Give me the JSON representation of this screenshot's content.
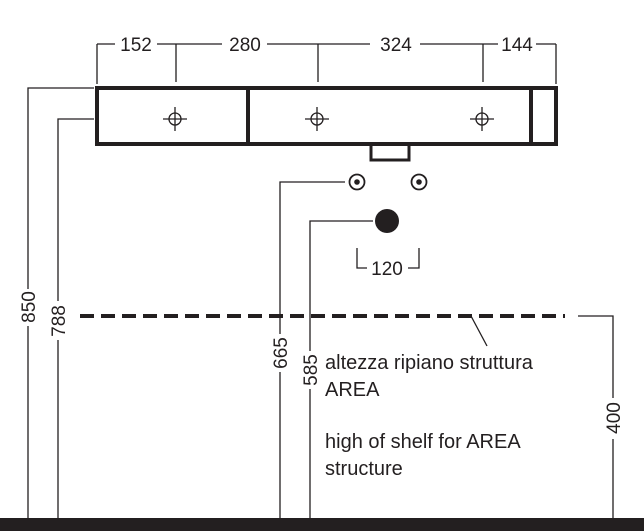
{
  "top_dimensions": [
    "152",
    "280",
    "324",
    "144"
  ],
  "spacing_dimension": "120",
  "height_dimensions": {
    "total": "850",
    "basin_top": "788",
    "tap_holes": "665",
    "drain": "585",
    "shelf": "400"
  },
  "label_italian": {
    "line1": "altezza ripiano struttura",
    "line2": "AREA"
  },
  "label_english": {
    "line1": "high of shelf for AREA",
    "line2": "structure"
  }
}
